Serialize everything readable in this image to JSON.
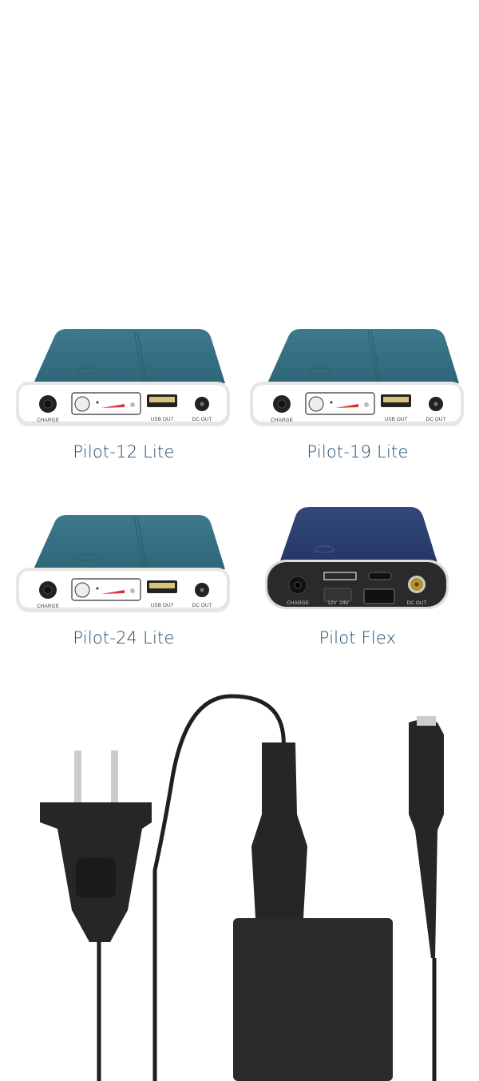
{
  "products": [
    {
      "name": "Pilot-12 Lite",
      "ports": {
        "charge": "CHARGE",
        "usb": "USB OUT",
        "dc": "DC OUT"
      }
    },
    {
      "name": "Pilot-19 Lite",
      "ports": {
        "charge": "CHARGE",
        "usb": "USB OUT",
        "dc": "DC OUT"
      }
    },
    {
      "name": "Pilot-24 Lite",
      "ports": {
        "charge": "CHARGE",
        "usb": "USB OUT",
        "dc": "DC OUT"
      }
    },
    {
      "name": "Pilot Flex",
      "ports": {
        "charge": "CHARGE",
        "voltage_12": "12V",
        "voltage_24": "24V",
        "dc": "DC OUT"
      }
    }
  ],
  "colors": {
    "lite_body": "#336f82",
    "flex_body": "#2b3e6e",
    "label": "#1d4a68"
  }
}
